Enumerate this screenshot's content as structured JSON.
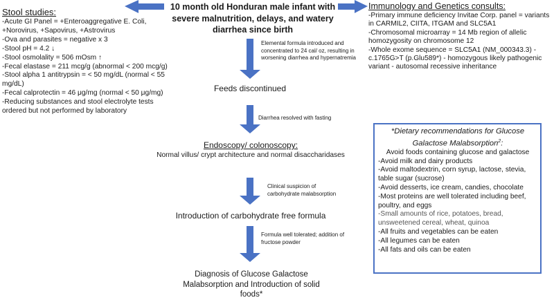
{
  "colors": {
    "arrow": "#4a72c4",
    "box_border": "#4a72c4",
    "text": "#1a1a1a",
    "muted": "#555555"
  },
  "title": "10 month old Honduran male infant with severe malnutrition, delays, and watery diarrhea since birth",
  "stool_studies": {
    "heading": "Stool studies:",
    "lines": [
      "-Acute GI Panel = +Enteroaggregative E. Coli, +Norovirus, +Sapovirus, +Astrovirus",
      "-Ova and parasites = negative x 3",
      "-Stool pH = 4.2 ↓",
      "-Stool osmolality = 506 mOsm ↑",
      "-Fecal elastase = 211 mcg/g (abnormal < 200 mcg/g)",
      "-Stool alpha 1 antitrypsin = < 50 mg/dL (normal < 55 mg/dL)",
      "-Fecal calprotectin = 46 μg/mg (normal < 50 μg/mg)",
      "-Reducing substances and stool electrolyte tests ordered but not performed by laboratory"
    ]
  },
  "consults": {
    "heading": "Immunology and Genetics consults:",
    "lines": [
      "-Primary immune deficiency Invitae Corp. panel = variants in CARMIL2, CIITA, ITGAM and SLC5A1",
      "-Chromosomal microarray = 14 Mb region of allelic homozygosity on chromosome 12",
      "-Whole exome sequence = SLC5A1 (NM_000343.3) - c.1765G>T (p.Glu589*) - homozygous likely pathogenic variant - autosomal recessive inheritance"
    ]
  },
  "flow": {
    "note1": "Elemental formula introduced and concentrated to 24 cal/ oz, resulting in worsening diarrhea and hypernatremia",
    "step1": "Feeds discontinued",
    "note2": "Diarrhea resolved with fasting",
    "step2_title": "Endoscopy/ colonoscopy:",
    "step2_body": "Normal villus/ crypt architecture and normal disaccharidases",
    "note3": "Clinical suspicion of carbohydrate malabsorption",
    "step3": "Introduction of carbohydrate free formula",
    "note4": "Formula well tolerated; addition of fructose powder",
    "step4": "Diagnosis of Glucose Galactose Malabsorption and Introduction of solid foods*"
  },
  "diet": {
    "heading": "*Dietary recommendations for Glucose Galactose Malabsorption",
    "heading_sup": "2",
    "heading_end": ":",
    "intro": "Avoid foods containing glucose and galactose",
    "items": [
      "-Avoid milk and dairy products",
      "-Avoid maltodextrin, corn syrup, lactose, stevia, table sugar (sucrose)",
      "-Avoid desserts, ice cream, candies, chocolate",
      "-Most proteins are well tolerated including beef, poultry, and eggs"
    ],
    "items_gray": [
      "-Small amounts of rice, potatoes, bread, unsweetened cereal, wheat, quinoa"
    ],
    "items_end": [
      "-All fruits and vegetables can be eaten",
      "-All legumes can be eaten",
      "-All fats and oils can be eaten"
    ]
  }
}
